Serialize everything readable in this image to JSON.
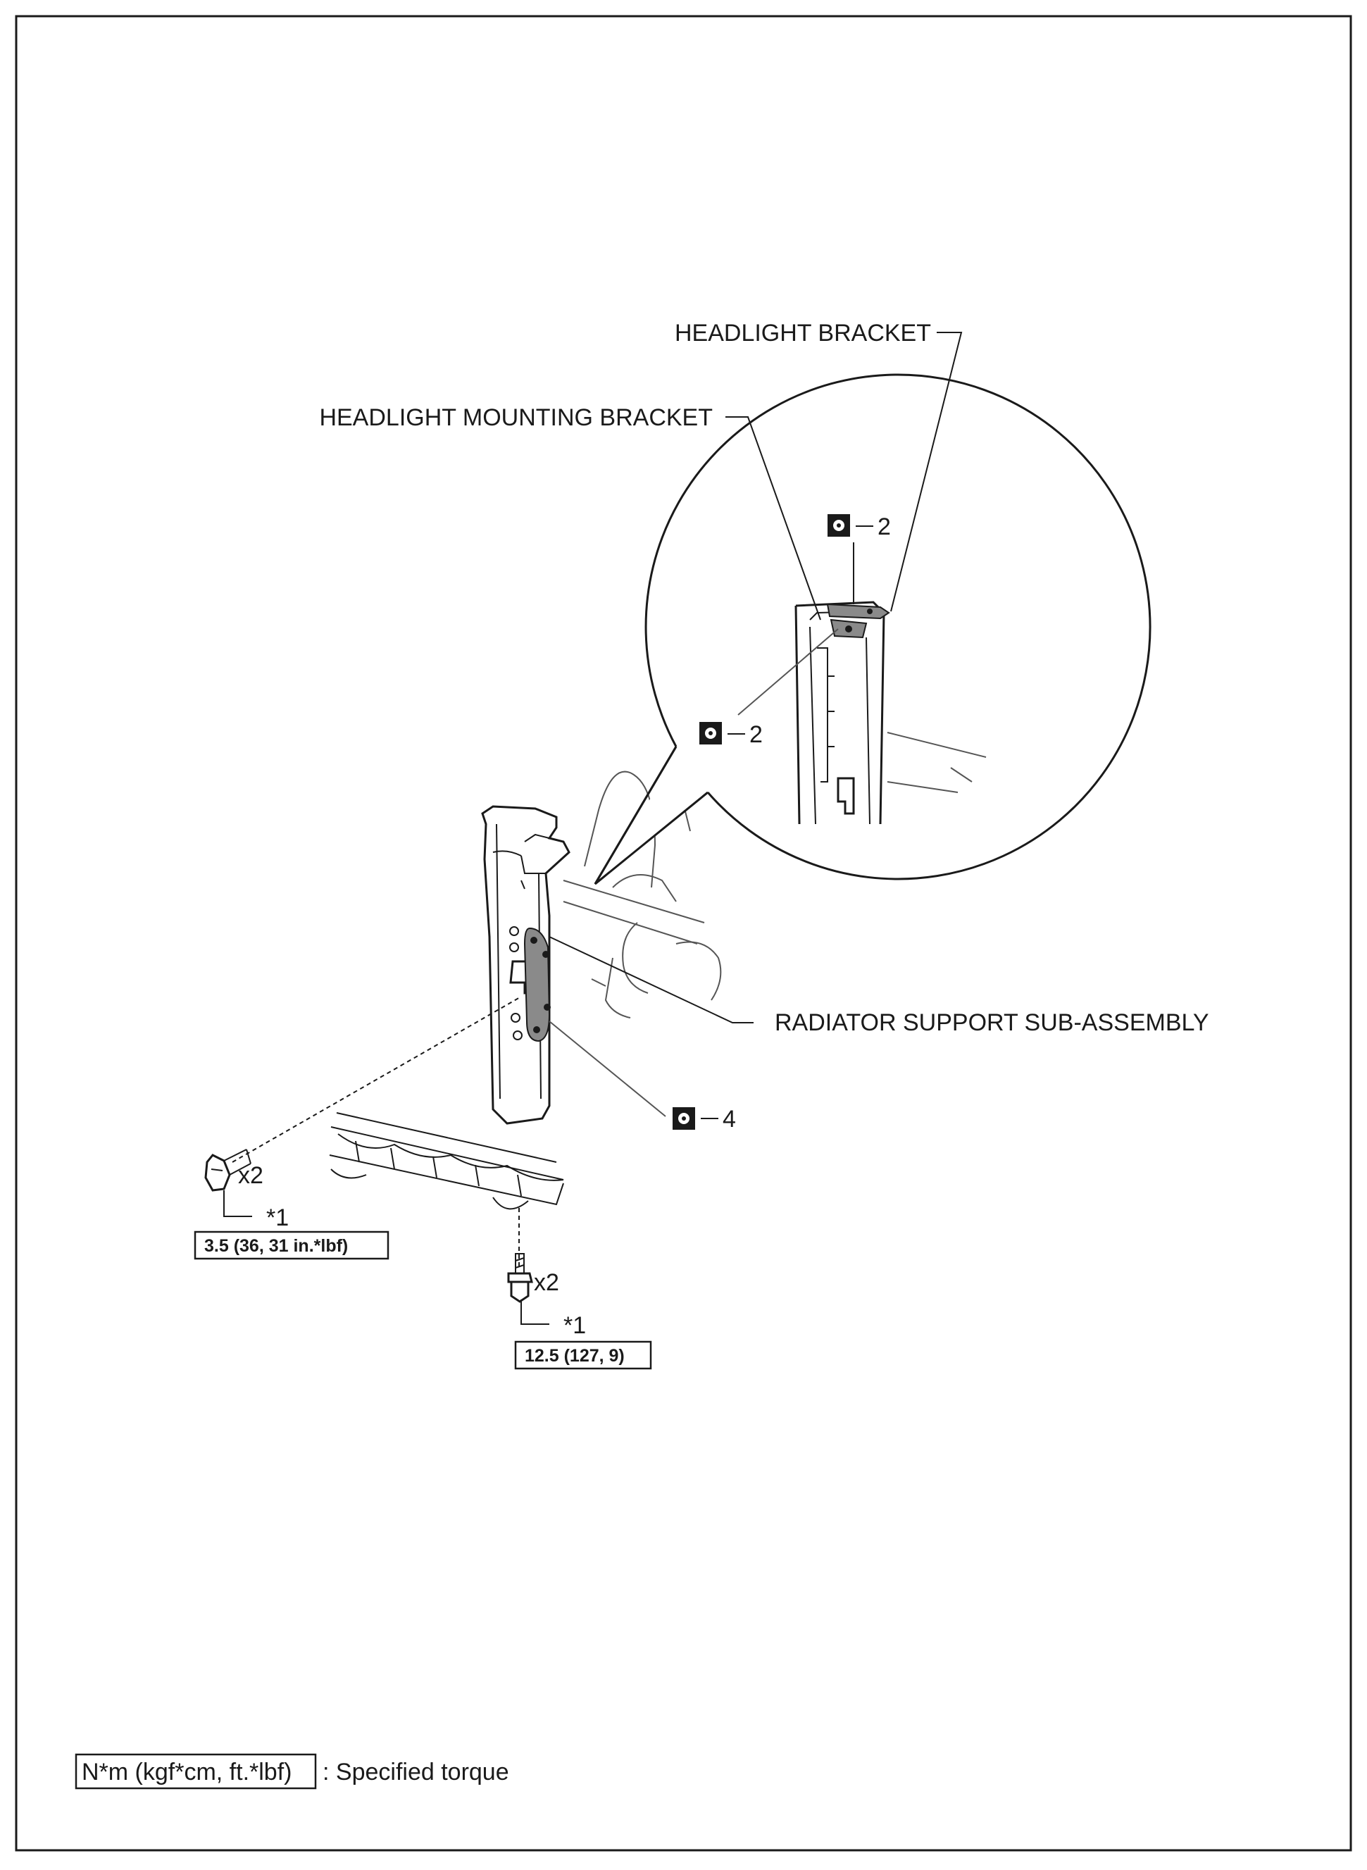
{
  "labels": {
    "headlight_bracket": "HEADLIGHT BRACKET",
    "headlight_mounting_bracket": "HEADLIGHT MOUNTING BRACKET",
    "radiator_support": "RADIATOR SUPPORT SUB-ASSEMBLY"
  },
  "callouts": {
    "seal_top_count": "2",
    "seal_mid_count": "2",
    "seal_main_count": "4"
  },
  "fasteners": {
    "bolt_a_qty": "x2",
    "bolt_a_ref": "*1",
    "bolt_a_torque": "3.5 (36, 31 in.*lbf)",
    "bolt_b_qty": "x2",
    "bolt_b_ref": "*1",
    "bolt_b_torque": "12.5 (127, 9)"
  },
  "legend": {
    "unit_box": "N*m (kgf*cm, ft.*lbf)",
    "description": ": Specified torque"
  },
  "icons": {
    "seal": "sealant-application-icon",
    "bolt": "bolt-icon"
  },
  "colors": {
    "ink": "#1a1a1a",
    "sealant_fill": "#8a8a8a"
  }
}
